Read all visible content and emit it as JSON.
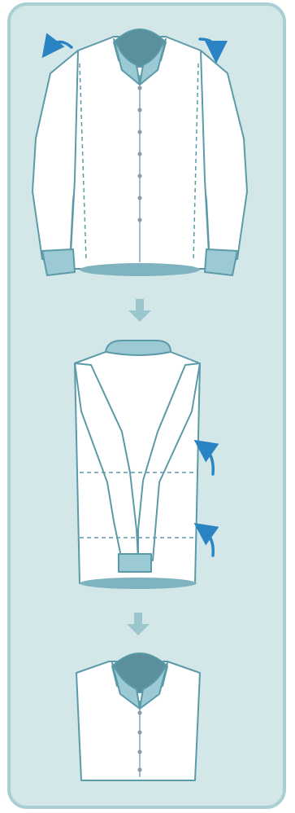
{
  "colors": {
    "panel_bg": "#d3e7e9",
    "panel_border": "#a9ced3",
    "shirt_fill": "#ffffff",
    "outline": "#5b9aa8",
    "collar": "#9ccad4",
    "neck": "#5a8f9b",
    "cuff": "#9ccad4",
    "hem_shadow": "#7fb3bf",
    "step_arrow": "#9cc6cd",
    "fold_arrow": "#2a84c4",
    "button": "#8c9ea3",
    "fold_line": "#5b9aa8"
  },
  "steps": [
    {
      "id": "fold-sleeves-back",
      "icons": [
        "shirt-front-icon",
        "fold-back-arrow-icon"
      ]
    },
    {
      "id": "fold-bottom-up",
      "icons": [
        "folded-shirt-back-icon",
        "fold-up-arrow-icon"
      ]
    },
    {
      "id": "folded-result",
      "icons": [
        "folded-shirt-front-icon"
      ]
    }
  ]
}
